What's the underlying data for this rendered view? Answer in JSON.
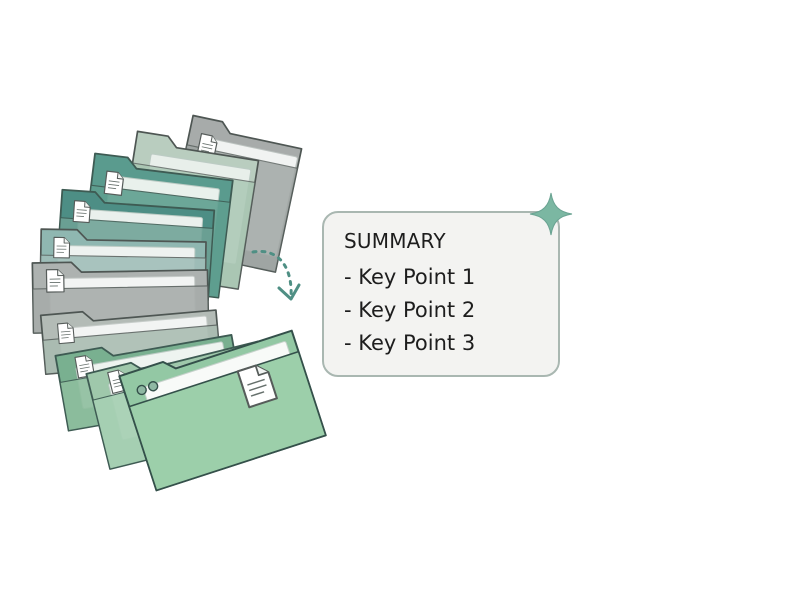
{
  "summary": {
    "title": "SUMMARY",
    "items": [
      {
        "label": "- Key Point 1"
      },
      {
        "label": "- Key Point 2"
      },
      {
        "label": "- Key Point 3"
      }
    ]
  },
  "icons": {
    "folder": "folder-icon",
    "document": "document-icon",
    "arrow": "dotted-curved-arrow-icon",
    "sparkle": "sparkle-icon"
  },
  "colors": {
    "card_background": "#f3f3f1",
    "card_border": "#a9b7b1",
    "folder_front": "#8fc7a2",
    "folder_teal": "#5e9f92",
    "folder_gray": "#a3a8a6",
    "arrow": "#4f8f84",
    "sparkle": "#7bb7a2"
  }
}
